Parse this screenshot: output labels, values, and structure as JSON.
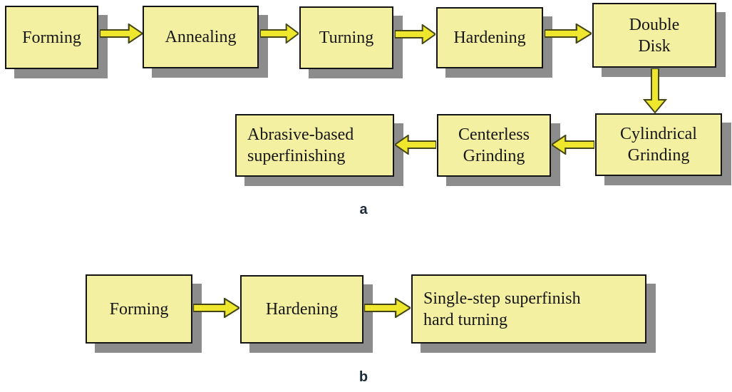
{
  "colors": {
    "box_fill": "#f4f0a2",
    "box_border": "#141414",
    "shadow": "#8c8c8c",
    "arrow_fill": "#efe72e",
    "arrow_border": "#45451a",
    "label_color": "#1b2b3a"
  },
  "diagram_a": {
    "caption": "a",
    "boxes": [
      {
        "label": "Forming"
      },
      {
        "label": "Annealing"
      },
      {
        "label": "Turning"
      },
      {
        "label": "Hardening"
      },
      {
        "label": "Double\nDisk"
      },
      {
        "label": "Cylindrical\nGrinding"
      },
      {
        "label": "Centerless\nGrinding"
      },
      {
        "label": "Abrasive-based\nsuperfinishing"
      }
    ]
  },
  "diagram_b": {
    "caption": "b",
    "boxes": [
      {
        "label": "Forming"
      },
      {
        "label": "Hardening"
      },
      {
        "label": "Single-step superfinish\nhard turning"
      }
    ]
  }
}
